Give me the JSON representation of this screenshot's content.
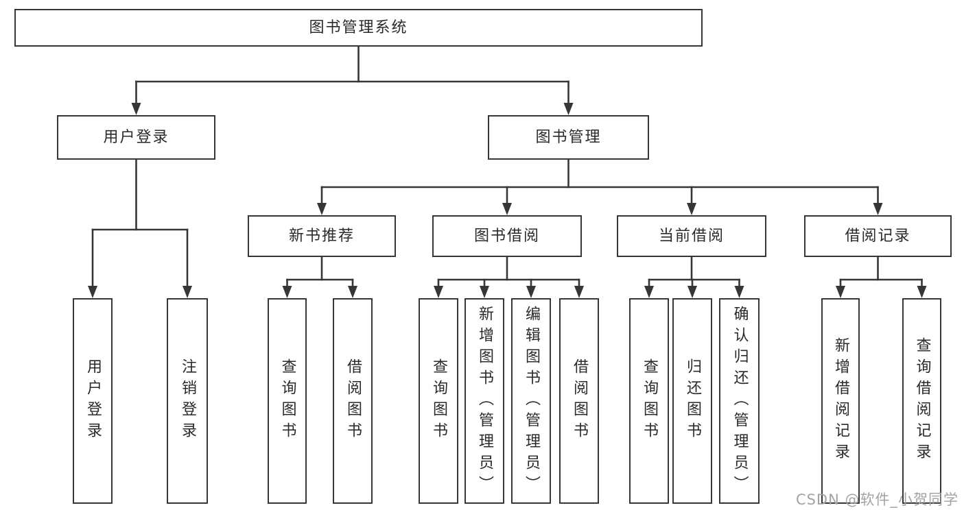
{
  "colors": {
    "line": "#363636",
    "text": "#2a2a2a",
    "box-fill": "#ffffff",
    "background": "#ffffff",
    "watermark": "#a3a3a3"
  },
  "watermark": {
    "text": "CSDN @软件_小贺同学"
  },
  "tree": {
    "root": {
      "label": "图书管理系统",
      "children": [
        {
          "label": "用户登录",
          "children": [
            {
              "label": "用户登录"
            },
            {
              "label": "注销登录"
            }
          ]
        },
        {
          "label": "图书管理",
          "children": [
            {
              "label": "新书推荐",
              "children": [
                {
                  "label": "查询图书"
                },
                {
                  "label": "借阅图书"
                }
              ]
            },
            {
              "label": "图书借阅",
              "children": [
                {
                  "label": "查询图书"
                },
                {
                  "label": "新增图书（管理员）"
                },
                {
                  "label": "编辑图书（管理员）"
                },
                {
                  "label": "借阅图书"
                }
              ]
            },
            {
              "label": "当前借阅",
              "children": [
                {
                  "label": "查询图书"
                },
                {
                  "label": "归还图书"
                },
                {
                  "label": "确认归还（管理员）"
                }
              ]
            },
            {
              "label": "借阅记录",
              "children": [
                {
                  "label": "新增借阅记录"
                },
                {
                  "label": "查询借阅记录"
                }
              ]
            }
          ]
        }
      ]
    }
  }
}
